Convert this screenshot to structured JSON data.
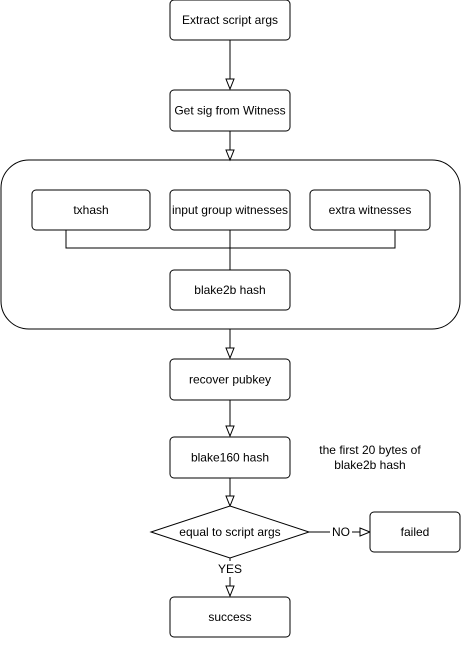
{
  "nodes": {
    "extract_args": "Extract script args",
    "get_sig": "Get sig from Witness",
    "txhash": "txhash",
    "input_group": "input group witnesses",
    "extra_witnesses": "extra witnesses",
    "blake2b": "blake2b hash",
    "recover_pubkey": "recover pubkey",
    "blake160": "blake160 hash",
    "decision": "equal to script args",
    "failed": "failed",
    "success": "success"
  },
  "edge_labels": {
    "no": "NO",
    "yes": "YES"
  },
  "annotation": {
    "line1": "the first 20 bytes of",
    "line2": "blake2b hash"
  }
}
